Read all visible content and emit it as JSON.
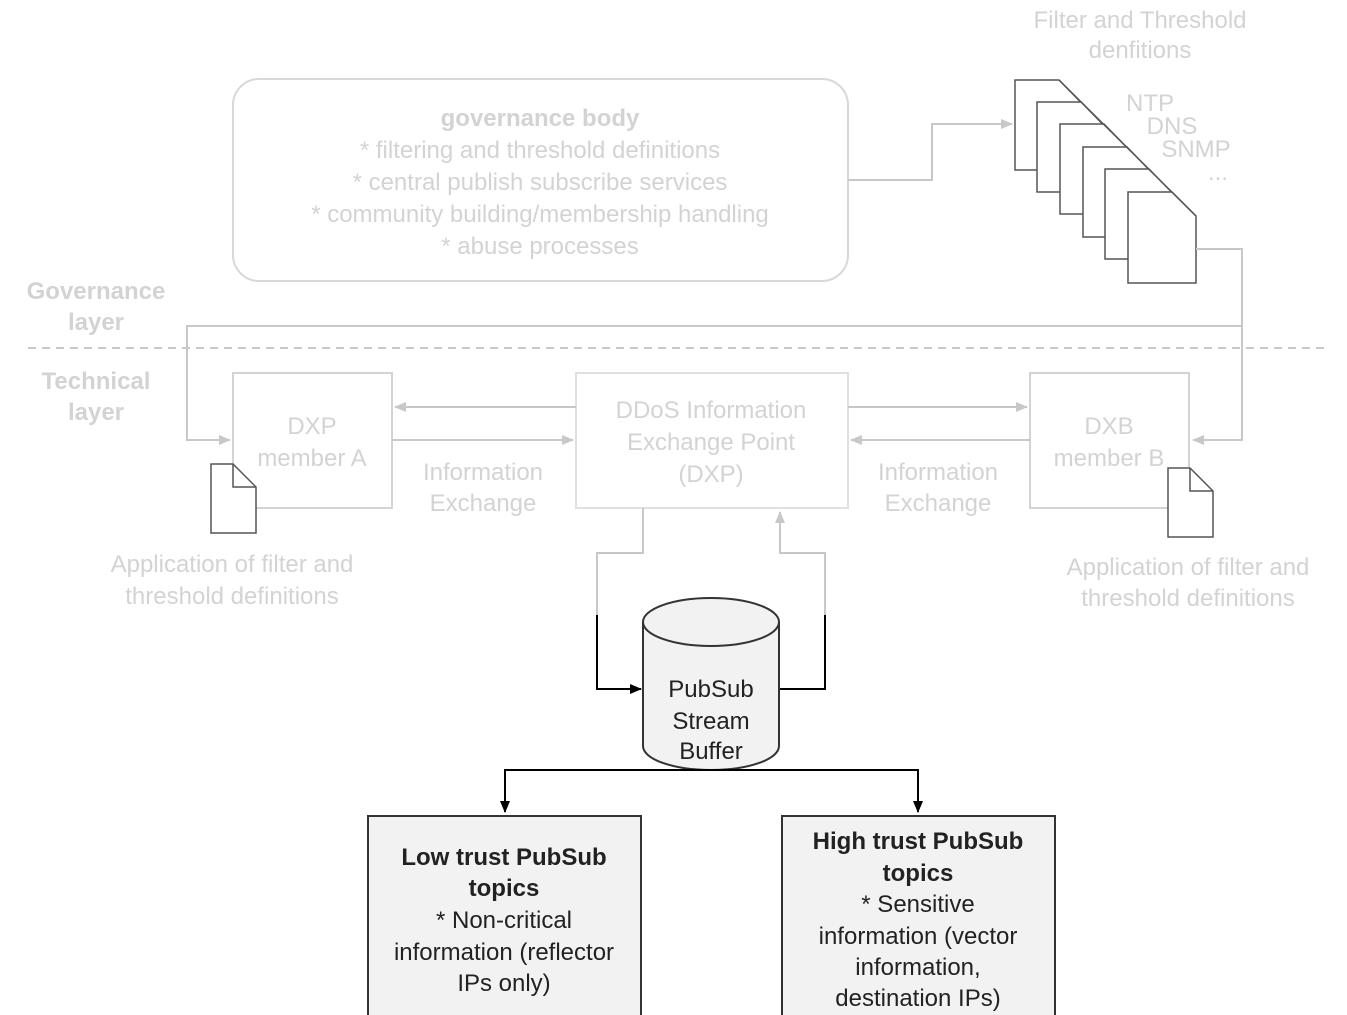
{
  "colors": {
    "faded": "#d3d3d3",
    "faded_line": "#c8c8c8",
    "dark": "#000000",
    "box_fill": "#f2f2f2"
  },
  "filters": {
    "title_line1": "Filter and Threshold",
    "title_line2": "denfitions",
    "items": [
      "NTP",
      "DNS",
      "SNMP",
      "..."
    ]
  },
  "governance_body": {
    "title": "governance body",
    "items": [
      "* filtering and threshold definitions",
      "* central publish subscribe services",
      "* community building/membership handling",
      "* abuse processes"
    ]
  },
  "layers": {
    "governance_line1": "Governance",
    "governance_line2": "layer",
    "technical_line1": "Technical",
    "technical_line2": "layer"
  },
  "member_a": {
    "line1": "DXP",
    "line2": "member A"
  },
  "member_b": {
    "line1": "DXB",
    "line2": "member B"
  },
  "dxp": {
    "line1": "DDoS Information",
    "line2": "Exchange Point",
    "line3": "(DXP)"
  },
  "exchange_left": {
    "line1": "Information",
    "line2": "Exchange"
  },
  "exchange_right": {
    "line1": "Information",
    "line2": "Exchange"
  },
  "application_left": {
    "line1": "Application of filter and",
    "line2": "threshold definitions"
  },
  "application_right": {
    "line1": "Application of filter and",
    "line2": "threshold definitions"
  },
  "pubsub": {
    "line1": "PubSub",
    "line2": "Stream",
    "line3": "Buffer"
  },
  "low_trust": {
    "title_line1": "Low trust PubSub",
    "title_line2": "topics",
    "line1": "* Non-critical",
    "line2": "information (reflector",
    "line3": "IPs only)"
  },
  "high_trust": {
    "title_line1": "High trust PubSub",
    "title_line2": "topics",
    "line1": "* Sensitive",
    "line2": "information (vector",
    "line3": "information,",
    "line4": "destination IPs)"
  }
}
